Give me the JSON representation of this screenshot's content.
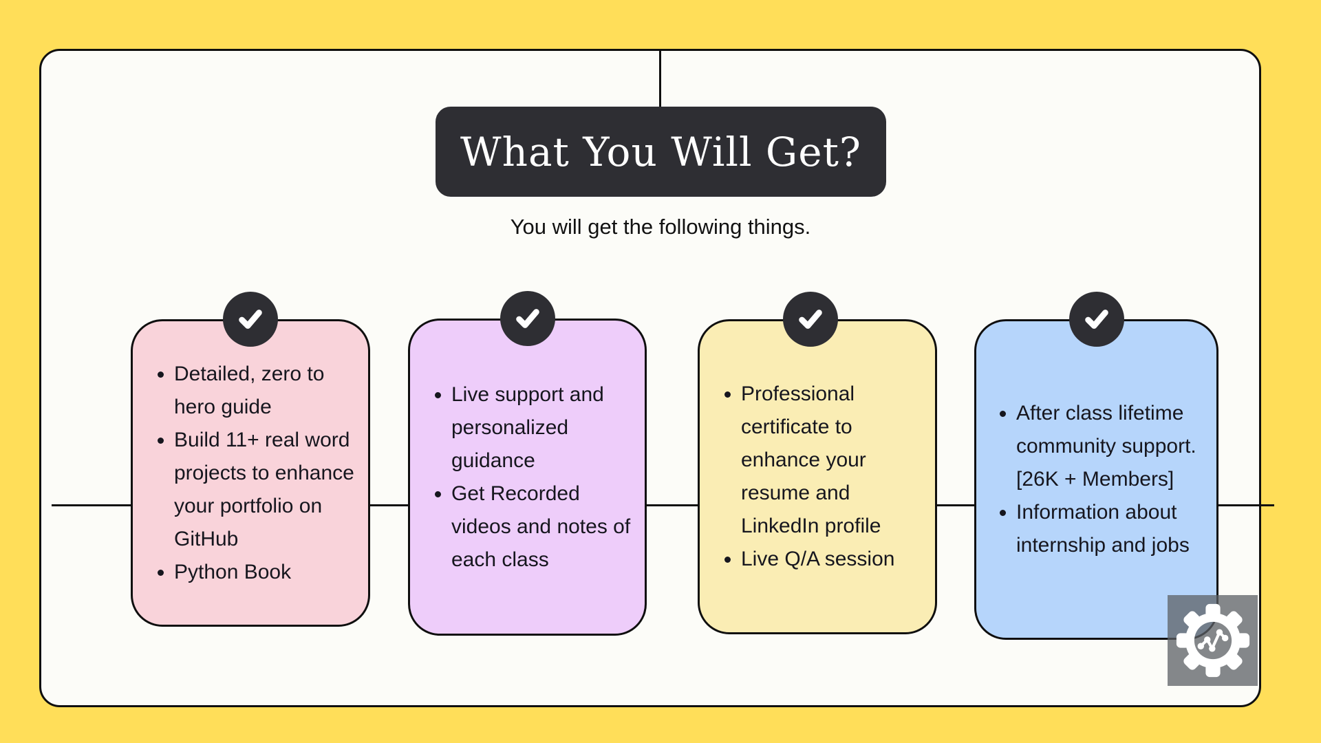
{
  "header": {
    "title": "What You Will Get?",
    "subtitle": "You will get the following things."
  },
  "cards": [
    {
      "name": "pink-card",
      "color": "#F9D3DA",
      "items": [
        "Detailed, zero to hero guide",
        "Build 11+ real word projects to enhance your portfolio on GitHub",
        "Python Book"
      ]
    },
    {
      "name": "purple-card",
      "color": "#EECDFA",
      "items": [
        "Live support and personalized guidance",
        "Get Recorded videos and notes of each class"
      ]
    },
    {
      "name": "yellow-card",
      "color": "#FAEDB4",
      "items": [
        "Professional certificate to enhance your resume and LinkedIn profile",
        "Live Q/A session"
      ]
    },
    {
      "name": "blue-card",
      "color": "#B6D5FB",
      "items": [
        "After class lifetime community support. [26K + Members]",
        "Information about internship and jobs"
      ]
    }
  ],
  "icons": {
    "card_badge": "check-icon",
    "corner_logo": "gear-chart-logo-icon"
  },
  "colors": {
    "background": "#FFDE59",
    "panel": "#FCFCF8",
    "accent_dark": "#2E2E33",
    "line": "#0F0F0F",
    "logo_gray": "#7B7E83"
  }
}
